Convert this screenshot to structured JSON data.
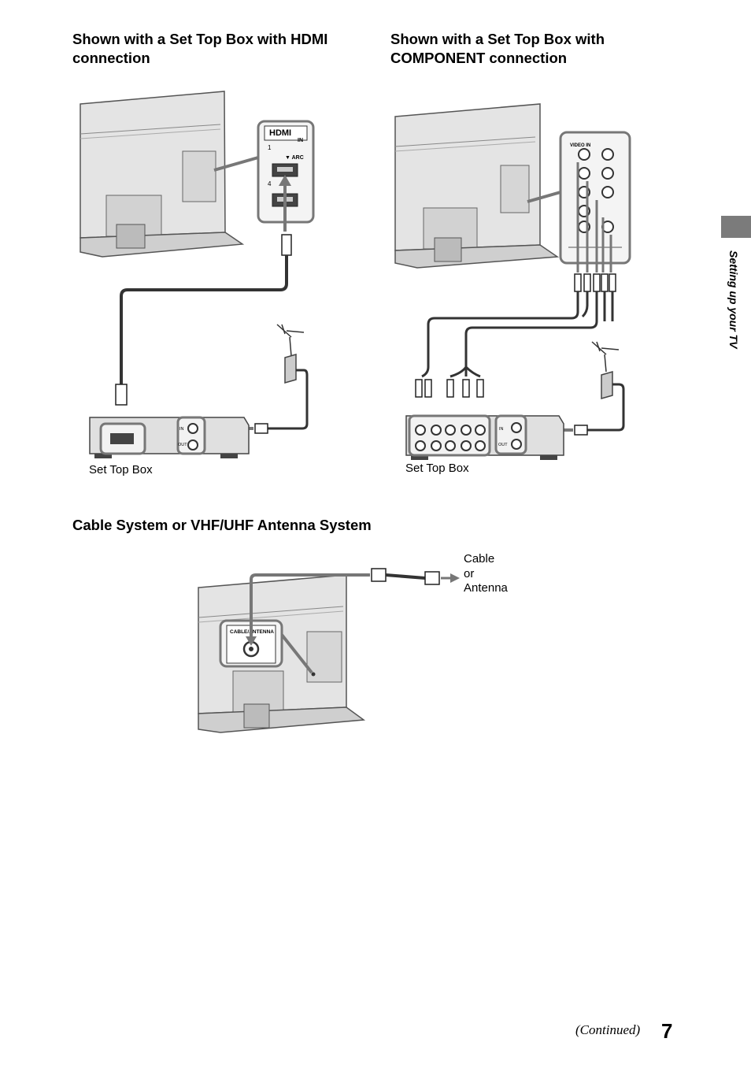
{
  "headings": {
    "hdmi": "Shown with a Set Top Box with HDMI connection",
    "component": "Shown with a Set Top Box with COMPONENT connection",
    "cable": "Cable System or VHF/UHF Antenna System"
  },
  "labels": {
    "set_top_box_hdmi": "Set Top Box",
    "set_top_box_component": "Set Top Box",
    "cable_or_antenna": "Cable\nor\nAntenna"
  },
  "ports": {
    "hdmi_logo": "HDMI",
    "hdmi_in": "IN",
    "hdmi_1": "1",
    "hdmi_4": "4",
    "arc": "▼ ARC",
    "stb_in": "IN",
    "stb_out": "OUT",
    "video_in": "VIDEO IN",
    "cable_antenna": "CABLE/ANTENNA"
  },
  "sidebar": {
    "section": "Setting up your TV"
  },
  "footer": {
    "continued": "(Continued)",
    "page_number": "7"
  }
}
